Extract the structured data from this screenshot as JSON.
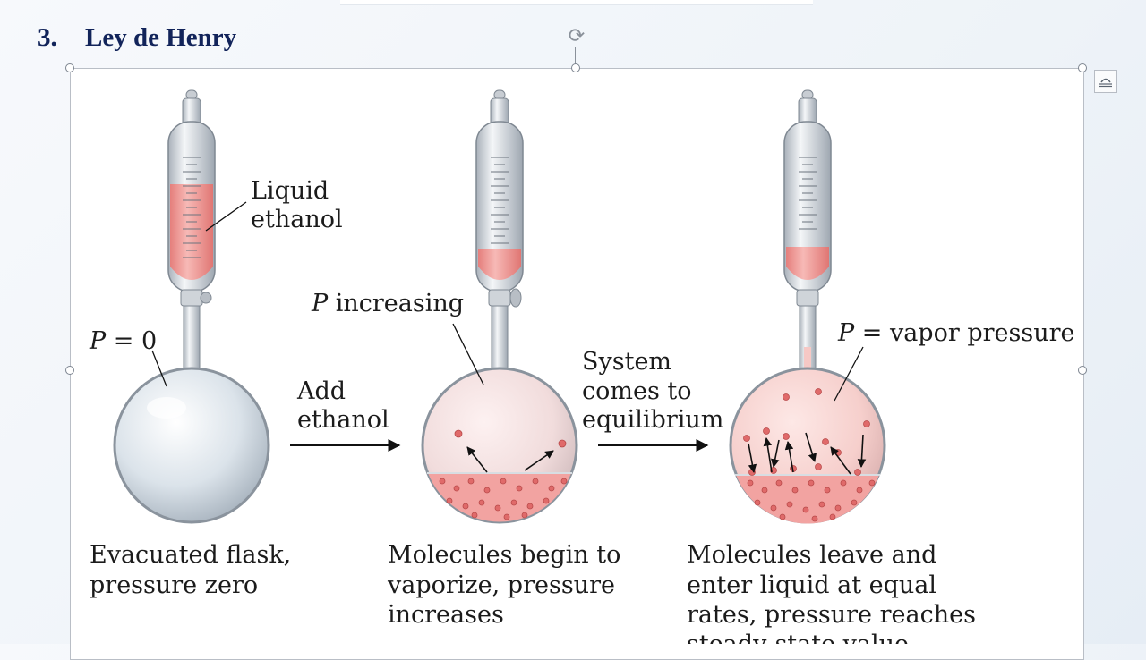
{
  "slide": {
    "number": "3.",
    "title": "Ley de Henry"
  },
  "figure": {
    "label_liquid_line1": "Liquid",
    "label_liquid_line2": "ethanol",
    "label_p_zero_var": "P",
    "label_p_zero_rest": " = 0",
    "label_p_increasing_var": "P",
    "label_p_increasing_rest": " increasing",
    "label_p_vapor_var": "P",
    "label_p_vapor_rest": " = vapor pressure",
    "step1_line1": "Add",
    "step1_line2": "ethanol",
    "step2_line1": "System",
    "step2_line2": "comes to",
    "step2_line3": "equilibrium",
    "caption1_line1": "Evacuated flask,",
    "caption1_line2": "pressure zero",
    "caption2_line1": "Molecules begin to",
    "caption2_line2": "vaporize, pressure",
    "caption2_line3": "increases",
    "caption3_line1": "Molecules leave and",
    "caption3_line2": "enter liquid at equal",
    "caption3_line3": "rates, pressure reaches",
    "caption3_line4": "steady-state value"
  },
  "icons": {
    "rotate": "rotate-handle-icon",
    "layout": "layout-options-icon"
  },
  "colors": {
    "title": "#12245a",
    "liquid": "#f1a6a3",
    "molecule": "#e06a6a",
    "glass": "#c9ced4"
  }
}
